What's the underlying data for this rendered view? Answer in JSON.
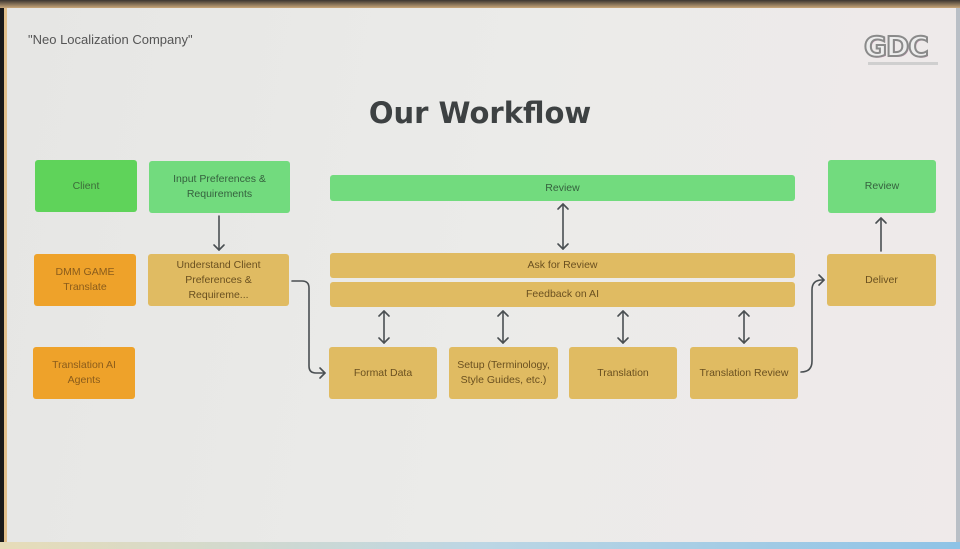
{
  "header": {
    "company": "\"Neo Localization Company\"",
    "logo": "GDC",
    "title": "Our Workflow"
  },
  "lanes": {
    "client": "Client",
    "dmm": "DMM GAME Translate",
    "agents": "Translation AI Agents"
  },
  "steps": {
    "input_prefs": "Input Preferences & Requirements",
    "understand": "Understand Client Preferences & Requireme...",
    "review_bar": "Review",
    "ask_review": "Ask for Review",
    "feedback_ai": "Feedback on AI",
    "format_data": "Format Data",
    "setup": "Setup (Terminology, Style Guides, etc.)",
    "translation": "Translation",
    "translation_review": "Translation Review",
    "deliver": "Deliver",
    "review_final": "Review"
  },
  "colors": {
    "client_green": "#5fd35a",
    "step_green": "#72db7e",
    "lane_orange": "#eea22a",
    "step_gold": "#e0bb62",
    "arrow": "#4a4f52"
  }
}
